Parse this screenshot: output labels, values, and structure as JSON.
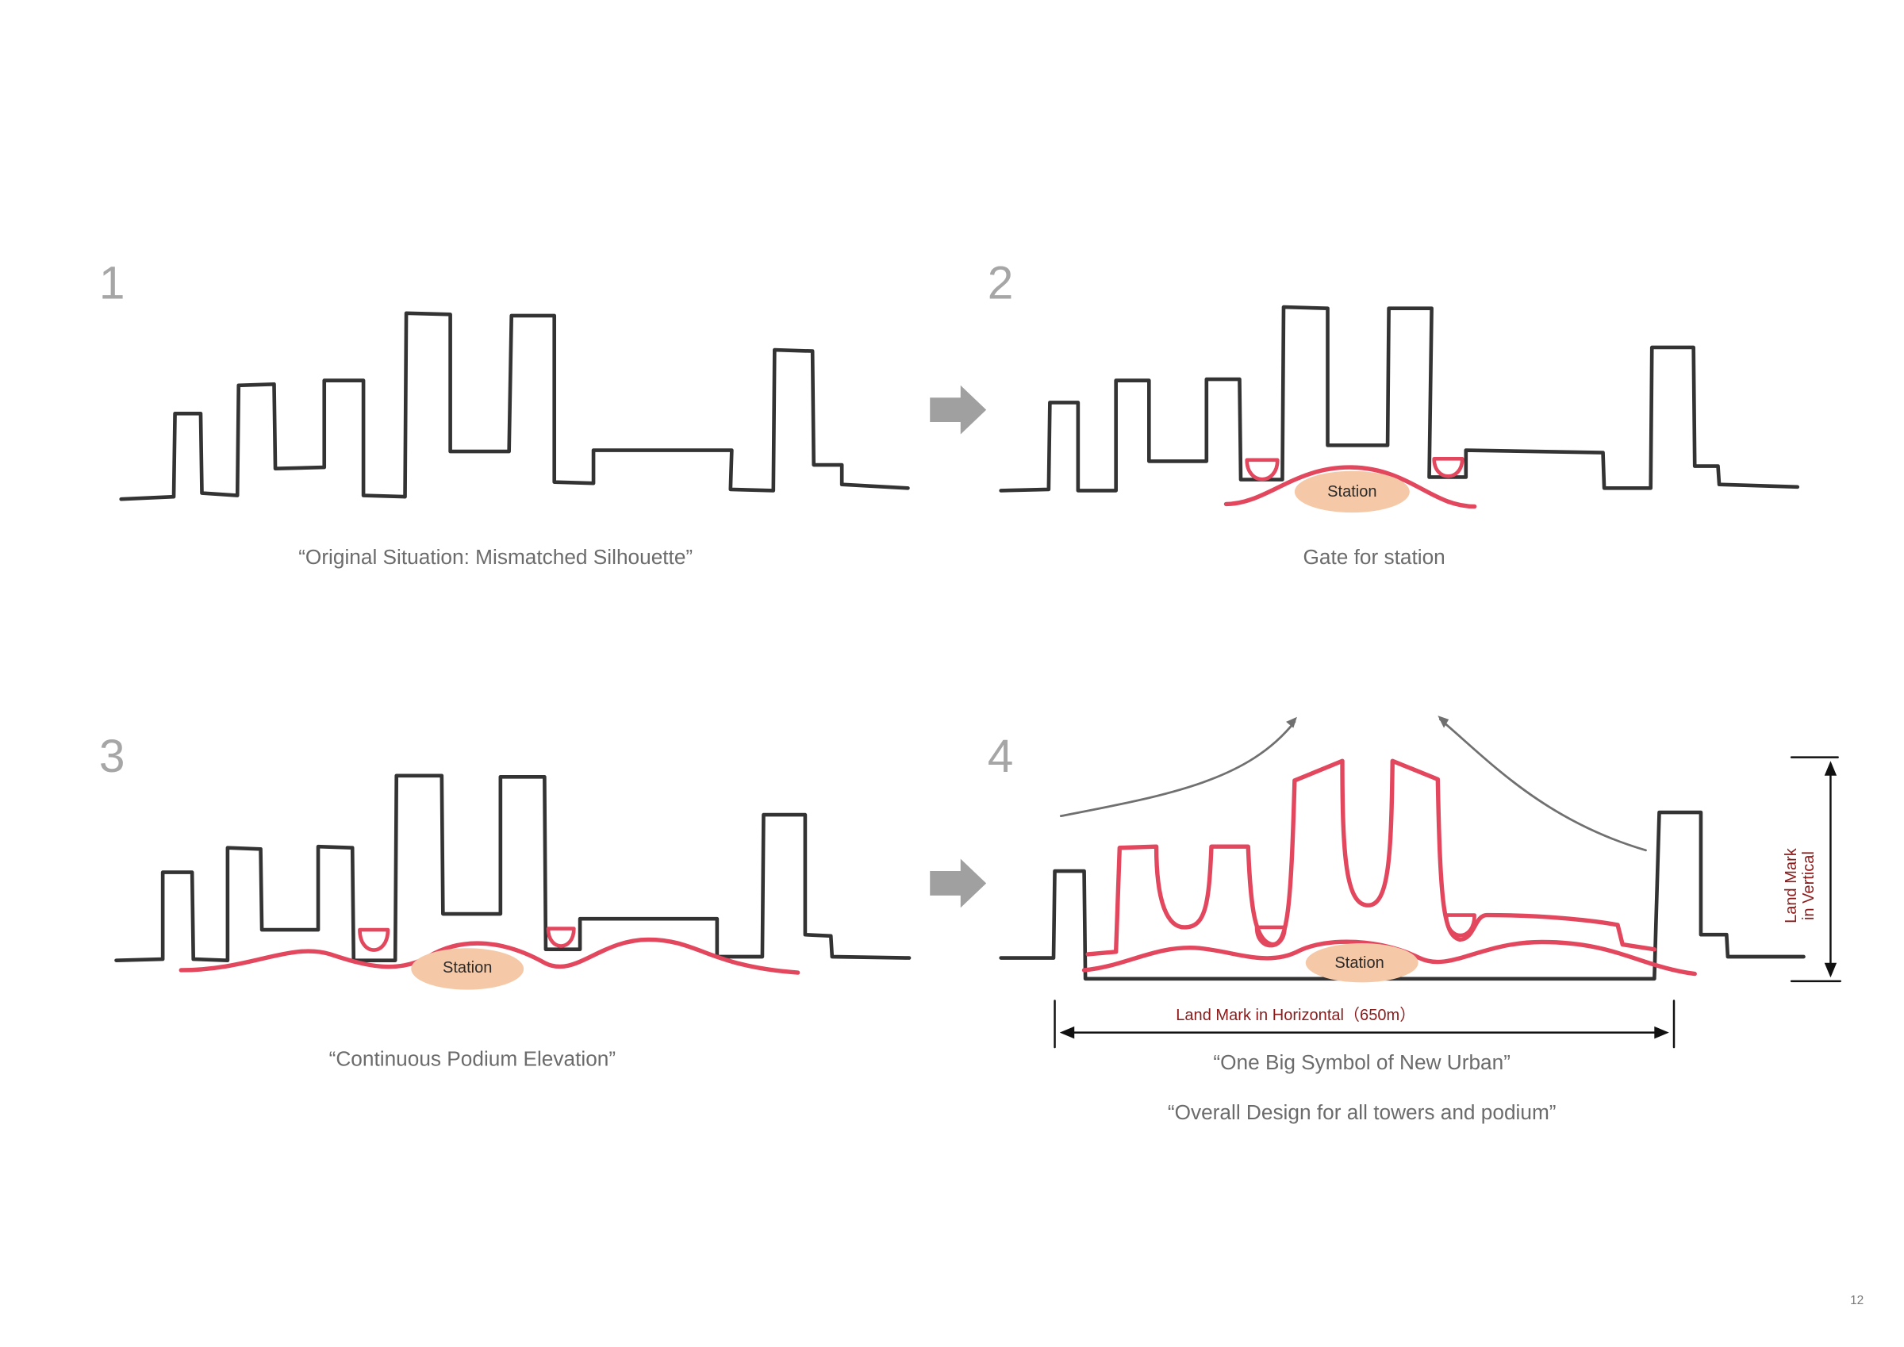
{
  "panels": [
    {
      "number": "1",
      "caption": "“Original   Situation:  Mismatched Silhouette”"
    },
    {
      "number": "2",
      "caption": "Gate for station",
      "station": "Station"
    },
    {
      "number": "3",
      "caption": "“Continuous Podium Elevation”",
      "station": "Station"
    },
    {
      "number": "4",
      "caption": "“One Big Symbol of New Urban”",
      "caption2": "“Overall Design for all towers and podium”",
      "station": "Station",
      "horizontal_label": "Land Mark in Horizontal（650m）",
      "vertical_label_line1": "Land Mark",
      "vertical_label_line2": "in Vertical"
    }
  ],
  "page_number": "12",
  "colors": {
    "sketch": "#333333",
    "accent": "#e2475e",
    "station_fill": "#f5c9a7",
    "arrow": "#a0a0a0"
  }
}
